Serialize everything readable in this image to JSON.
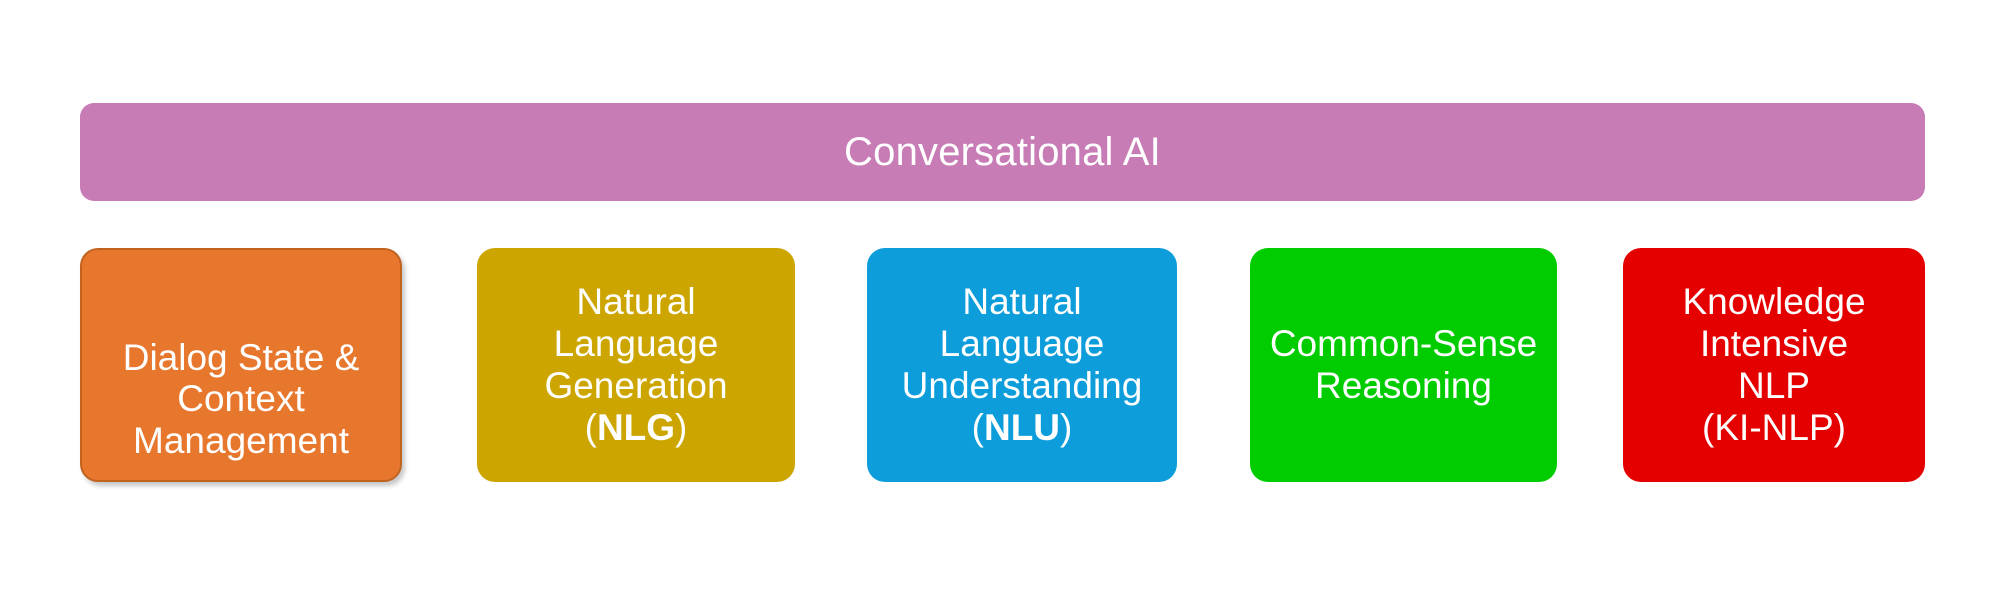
{
  "diagram": {
    "title": "Conversational AI",
    "banner": {
      "label": "Conversational AI",
      "color": "#C77CB5",
      "text_color": "#FFFFFF"
    },
    "categories": [
      {
        "id": "dialog-state-context-management",
        "lines": [
          "Dialog State &",
          "Context",
          "Management"
        ],
        "text": "Dialog State & Context Management",
        "acronym": "",
        "color": "#E8772E",
        "border_color": "#C0631F",
        "text_color": "#FFFFFF"
      },
      {
        "id": "natural-language-generation",
        "lines": [
          "Natural",
          "Language",
          "Generation"
        ],
        "text": "Natural Language Generation",
        "acronym": "NLG",
        "acronym_open": "(",
        "acronym_close": ")",
        "color": "#CCA500",
        "border_color": "",
        "text_color": "#FFFFFF"
      },
      {
        "id": "natural-language-understanding",
        "lines": [
          "Natural",
          "Language",
          "Understanding"
        ],
        "text": "Natural Language Understanding",
        "acronym": "NLU",
        "acronym_open": "(",
        "acronym_close": ")",
        "color": "#0D9DDB",
        "border_color": "",
        "text_color": "#FFFFFF"
      },
      {
        "id": "common-sense-reasoning",
        "lines": [
          "Common-Sense",
          "Reasoning"
        ],
        "text": "Common-Sense Reasoning",
        "acronym": "",
        "color": "#00CC00",
        "border_color": "",
        "text_color": "#FFFFFF"
      },
      {
        "id": "knowledge-intensive-nlp",
        "lines": [
          "Knowledge",
          "Intensive",
          "NLP",
          "(KI-NLP)"
        ],
        "text": "Knowledge Intensive NLP (KI-NLP)",
        "acronym": "",
        "color": "#E50000",
        "border_color": "",
        "text_color": "#FFFFFF"
      }
    ]
  }
}
